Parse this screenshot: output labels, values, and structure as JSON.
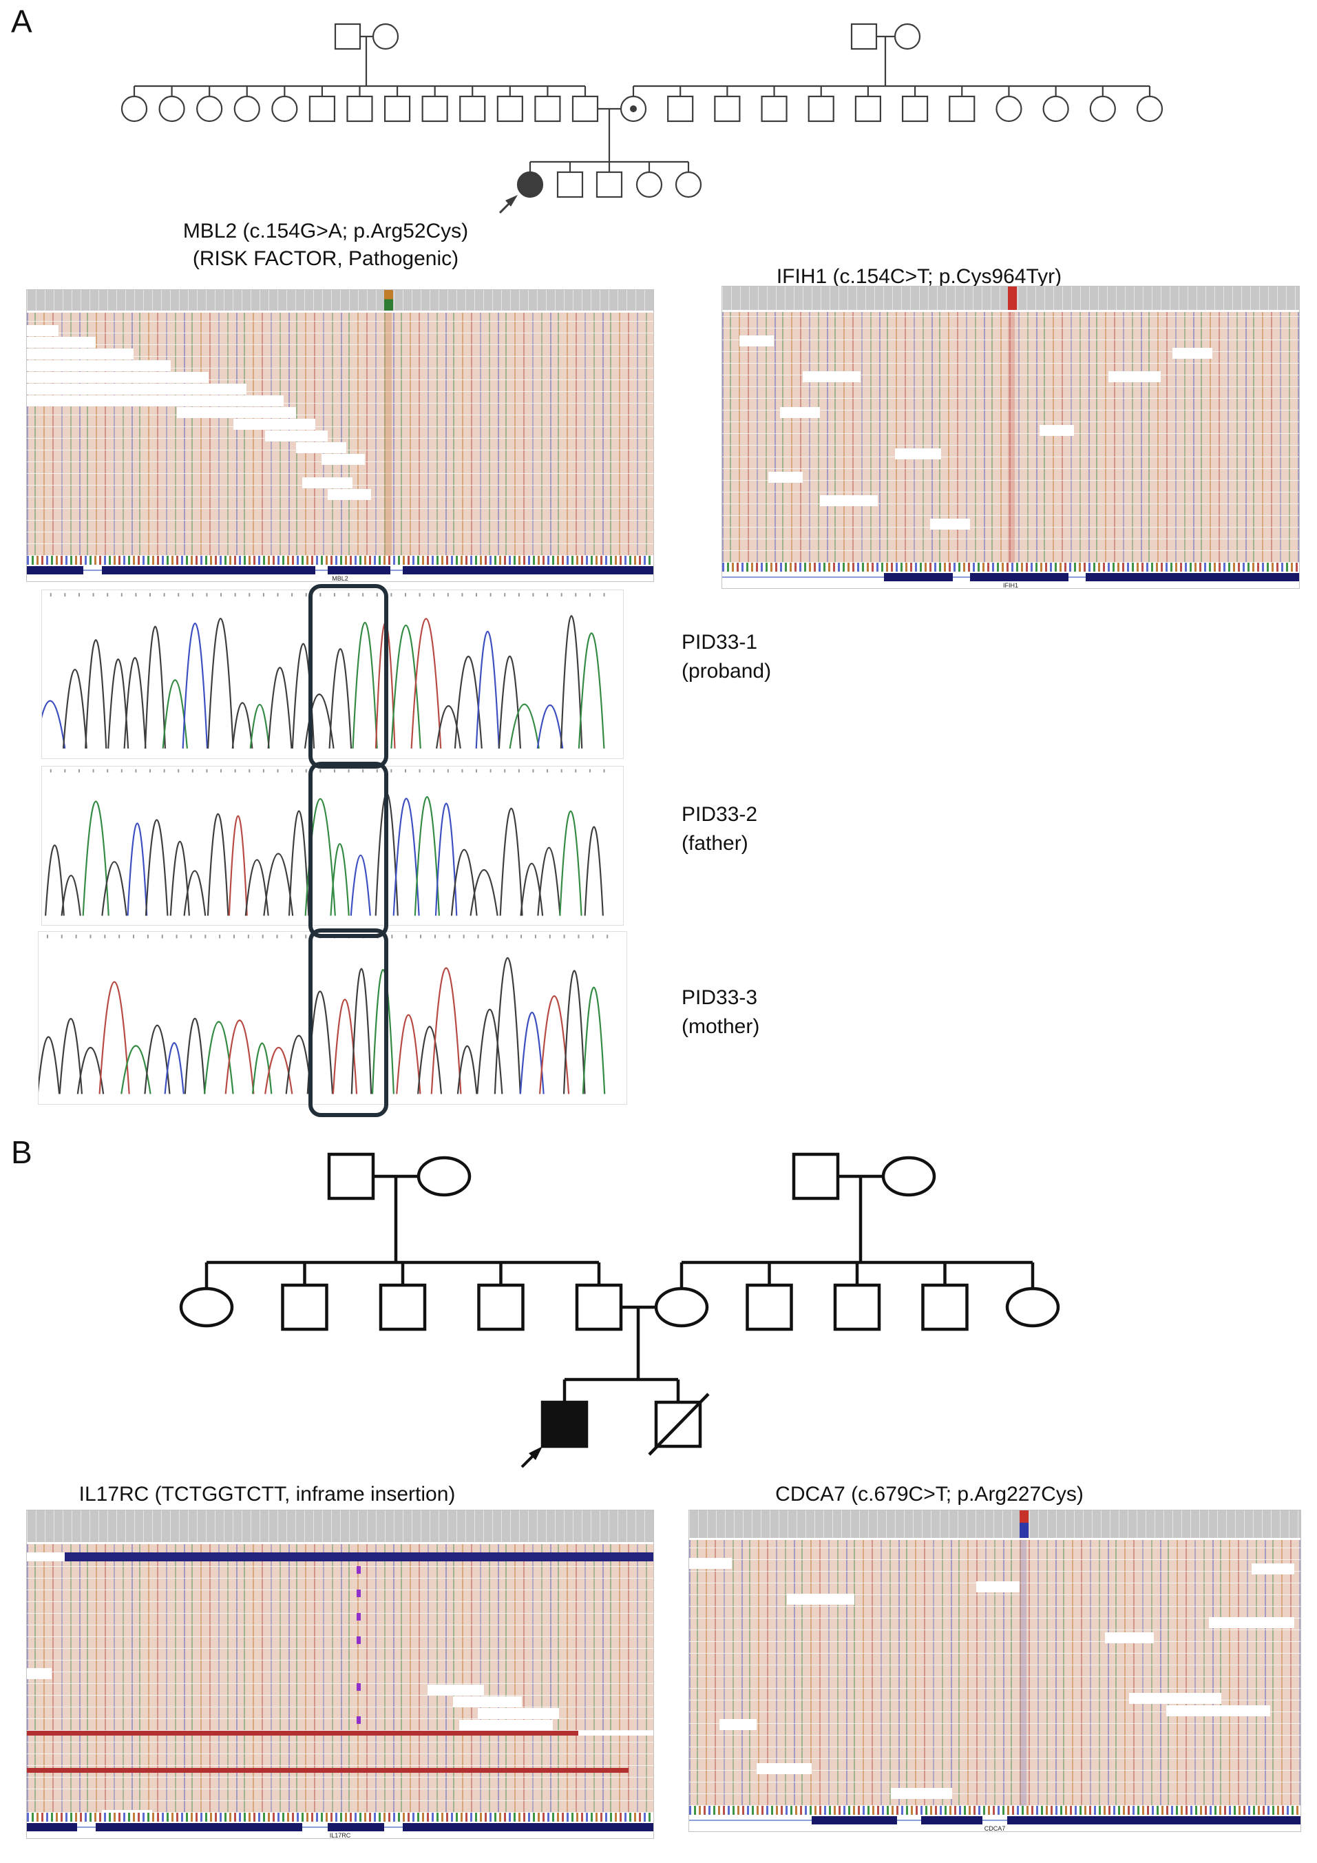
{
  "figure": {
    "panel_a": {
      "label": "A",
      "igv_left": {
        "title_line1": "MBL2 (c.154G>A; p.Arg52Cys)",
        "title_line2": "(RISK FACTOR, Pathogenic)",
        "gene_label": "MBL2"
      },
      "igv_right": {
        "title": "IFIH1 (c.154C>T; p.Cys964Tyr)",
        "gene_label": "IFIH1"
      },
      "sanger_traces": [
        {
          "sample_id": "PID33-1",
          "relation": "(proband)"
        },
        {
          "sample_id": "PID33-2",
          "relation": "(father)"
        },
        {
          "sample_id": "PID33-3",
          "relation": "(mother)"
        }
      ]
    },
    "panel_b": {
      "label": "B",
      "igv_left": {
        "title": "IL17RC (TCTGGTCTT, inframe insertion)",
        "gene_label": "IL17RC"
      },
      "igv_right": {
        "title": "CDCA7 (c.679C>T; p.Arg227Cys)",
        "gene_label": "CDCA7"
      }
    },
    "colors": {
      "gene_track_navy": "#171768",
      "reads_background": "#ecd2c5",
      "variant_red": "#c8302a",
      "variant_green": "#2e7d32",
      "variant_orange": "#c07c28",
      "insertion_purple": "#8e30c9",
      "mismatch_row_red": "#b23030",
      "highlight_box": "#222e38"
    }
  }
}
